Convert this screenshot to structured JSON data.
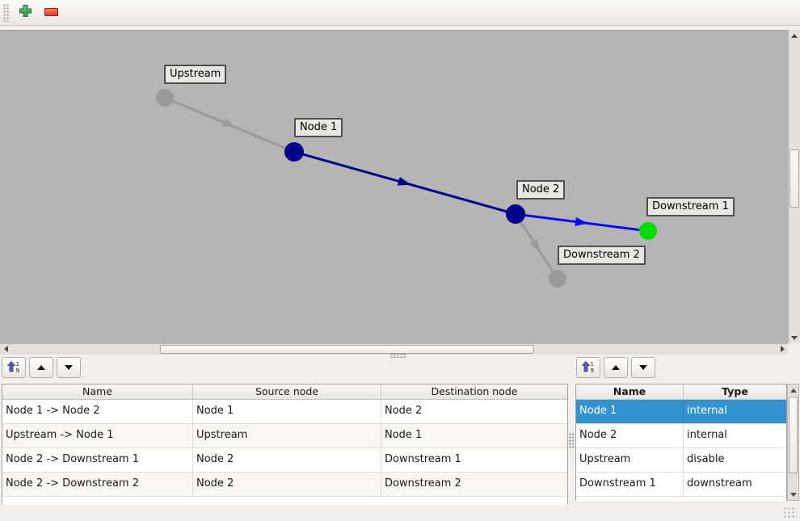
{
  "main_toolbar": {
    "add_tooltip": "Add",
    "remove_tooltip": "Remove"
  },
  "graph": {
    "canvas_color": "#b5b5b5",
    "nodes": [
      {
        "label": "Upstream",
        "color": "#9a9a9a"
      },
      {
        "label": "Node 1",
        "color": "#00008b"
      },
      {
        "label": "Node 2",
        "color": "#00008b"
      },
      {
        "label": "Downstream 1",
        "color": "#00dc00"
      },
      {
        "label": "Downstream 2",
        "color": "#9a9a9a"
      }
    ],
    "edges": [
      {
        "name": "Upstream -> Node 1",
        "color": "#9a9a9a"
      },
      {
        "name": "Node 1 -> Node 2",
        "color": "#00008b"
      },
      {
        "name": "Node 2 -> Downstream 1",
        "color": "#0a0af2"
      },
      {
        "name": "Node 2 -> Downstream 2",
        "color": "#9a9a9a"
      }
    ]
  },
  "edges_panel": {
    "headers": {
      "name": "Name",
      "source": "Source node",
      "destination": "Destination node"
    },
    "rows": [
      {
        "name": "Node 1 -> Node 2",
        "source": "Node 1",
        "destination": "Node 2"
      },
      {
        "name": "Upstream -> Node 1",
        "source": "Upstream",
        "destination": "Node 1"
      },
      {
        "name": "Node 2 -> Downstream 1",
        "source": "Node 2",
        "destination": "Downstream 1"
      },
      {
        "name": "Node 2 -> Downstream 2",
        "source": "Node 2",
        "destination": "Downstream 2"
      }
    ]
  },
  "nodes_panel": {
    "headers": {
      "name": "Name",
      "type": "Type"
    },
    "rows": [
      {
        "name": "Node 1",
        "type": "internal",
        "selected": true
      },
      {
        "name": "Node 2",
        "type": "internal",
        "selected": false
      },
      {
        "name": "Upstream",
        "type": "disable",
        "selected": false
      },
      {
        "name": "Downstream 1",
        "type": "downstream",
        "selected": false
      }
    ],
    "selection_color": "#3294ce"
  }
}
